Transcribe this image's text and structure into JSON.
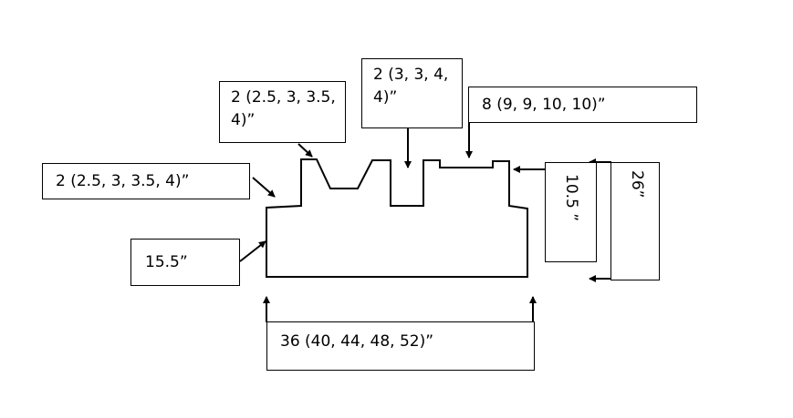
{
  "diagram": {
    "labels": {
      "shoulder_width": "2 (2.5, 3, 3.5, 4)”",
      "strap_left": "2 (2.5, 3, 3.5, 4)”",
      "strap_center": "2 (3, 3, 4, 4)”",
      "neck_width": "8 (9, 9, 10, 10)”",
      "side_height": "15.5”",
      "armhole_height": "10.5 ”",
      "total_length": "26”",
      "bottom_width": "36 (40, 44, 48, 52)”"
    },
    "colors": {
      "line": "#000000",
      "background": "#ffffff"
    }
  }
}
